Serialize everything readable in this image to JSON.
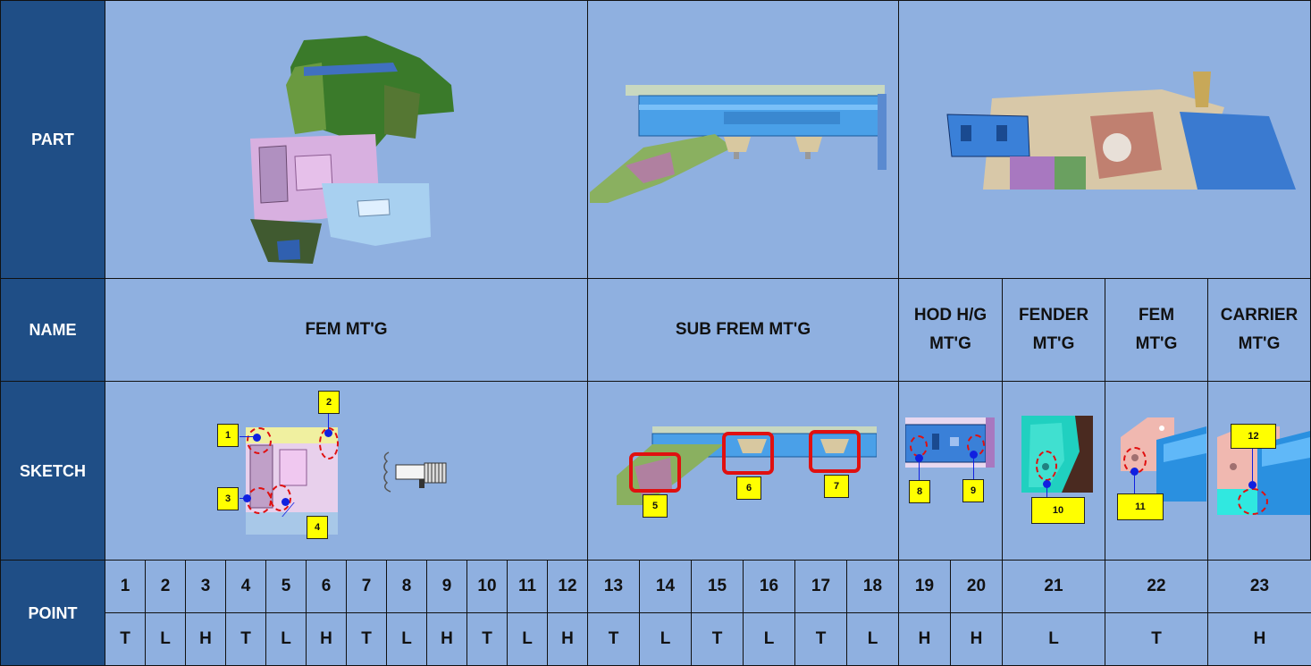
{
  "rows": {
    "part": "PART",
    "name": "NAME",
    "sketch": "SKETCH",
    "point": "POINT"
  },
  "names": {
    "fem": "FEM MT'G",
    "sub_frem": "SUB FREM MT'G",
    "hod_line1": "HOD H/G",
    "hod_line2": "MT'G",
    "fender_line1": "FENDER",
    "fender_line2": "MT'G",
    "fem2_line1": "FEM",
    "fem2_line2": "MT'G",
    "carrier_line1": "CARRIER",
    "carrier_line2": "MT'G"
  },
  "sketch_tags": [
    "1",
    "2",
    "3",
    "4",
    "5",
    "6",
    "7",
    "8",
    "9",
    "10",
    "11",
    "12"
  ],
  "points": [
    "1",
    "2",
    "3",
    "4",
    "5",
    "6",
    "7",
    "8",
    "9",
    "10",
    "11",
    "12",
    "13",
    "14",
    "15",
    "16",
    "17",
    "18",
    "19",
    "20",
    "21",
    "22",
    "23"
  ],
  "directions": [
    "T",
    "L",
    "H",
    "T",
    "L",
    "H",
    "T",
    "L",
    "H",
    "T",
    "L",
    "H",
    "T",
    "L",
    "T",
    "L",
    "T",
    "L",
    "H",
    "H",
    "L",
    "T",
    "H"
  ],
  "colors": {
    "header_bg": "#1f4e86",
    "cell_bg": "#8fb0e0",
    "tag_yellow": "#ffff00",
    "marker_red": "#e01010",
    "marker_blue": "#1020e0"
  }
}
